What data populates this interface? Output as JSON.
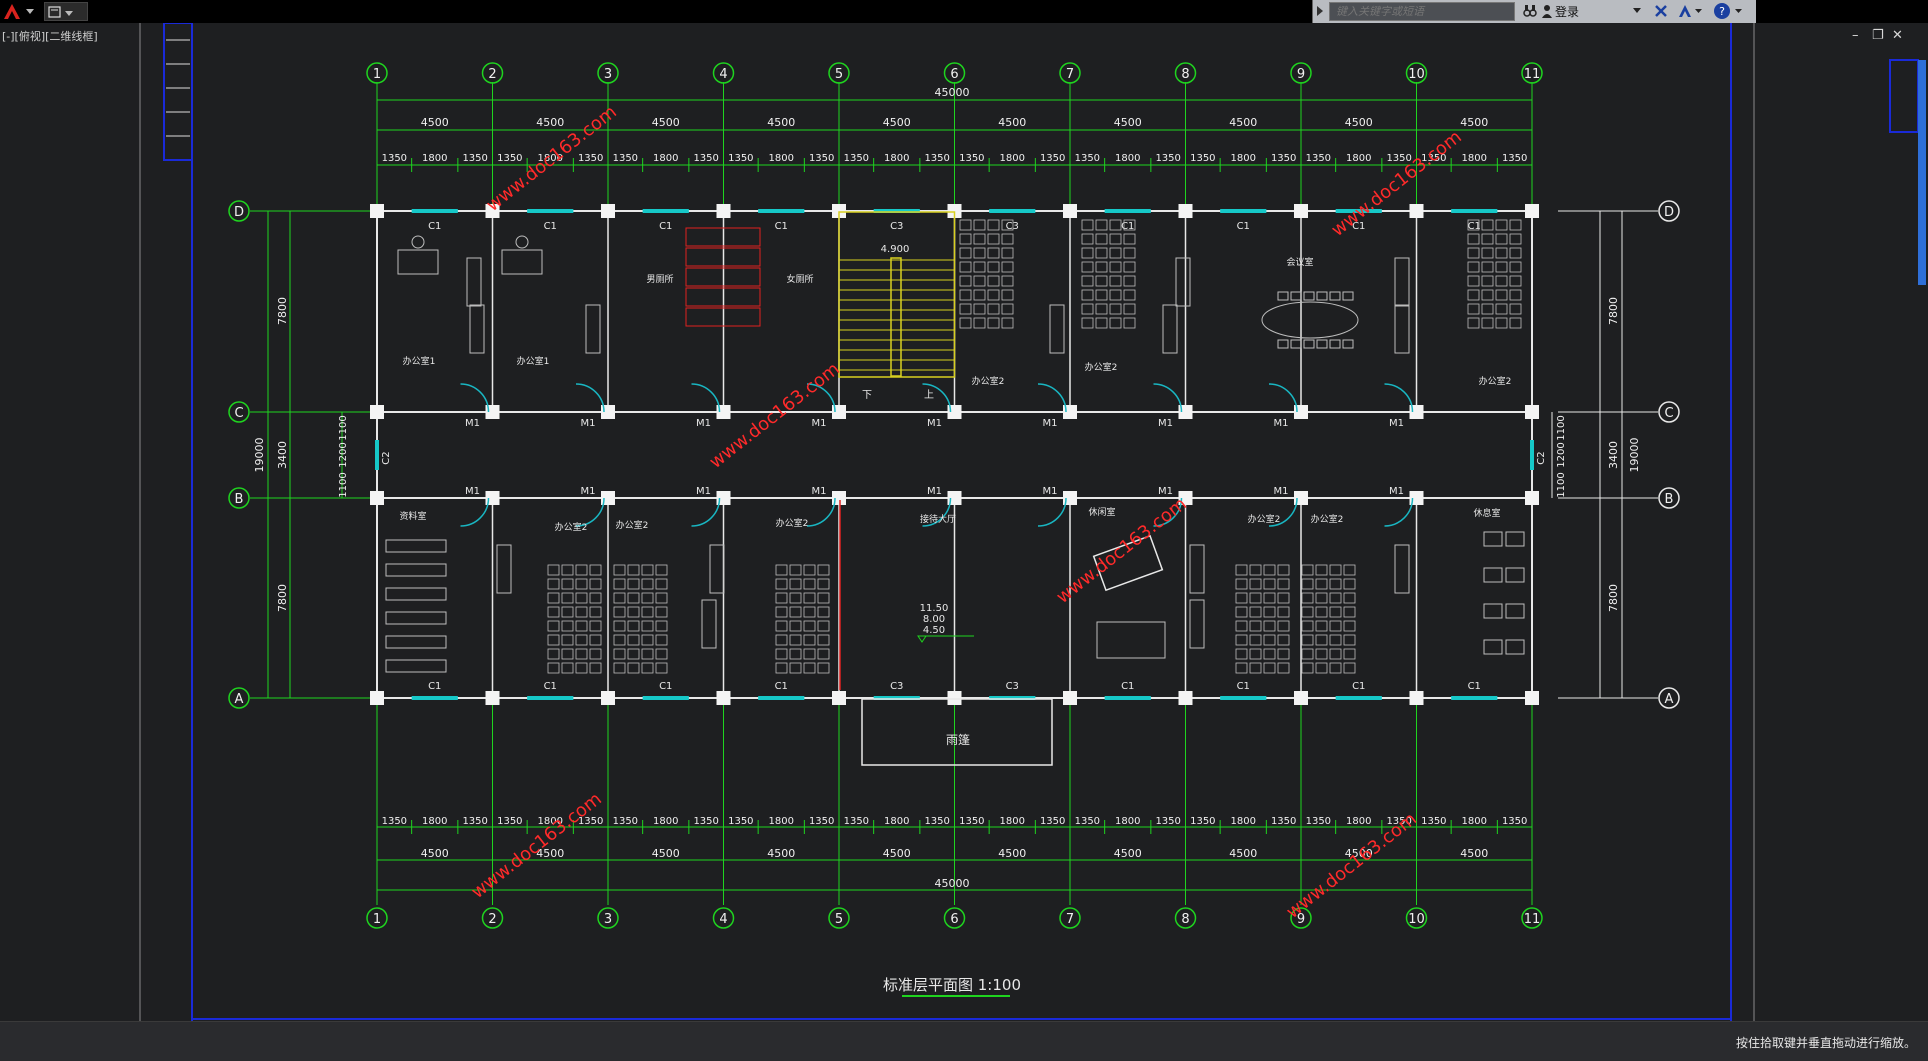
{
  "topbar": {
    "search_placeholder": "键入关键字或短语",
    "login_label": "登录"
  },
  "viewport": {
    "label": "[-][俯视][二维线框]"
  },
  "statusbar": {
    "message": "按住拾取键并垂直拖动进行缩放。"
  },
  "colors": {
    "grid_green": "#1fd41f",
    "wall_white": "#e8e8e8",
    "window_cyan": "#16c8c8",
    "door_cyan": "#19b6c2",
    "stair_yellow": "#d8d020",
    "watermark_red": "#ff2a2a",
    "frame_blue": "#1a2ad8",
    "furniture_gray": "#bdbdbd"
  },
  "drawing": {
    "title": "标准层平面图 1:100",
    "axes_top": [
      "1",
      "2",
      "3",
      "4",
      "5",
      "6",
      "7",
      "8",
      "9",
      "10",
      "11"
    ],
    "axes_bottom": [
      "1",
      "2",
      "3",
      "4",
      "5",
      "6",
      "7",
      "8",
      "9",
      "10",
      "11"
    ],
    "axes_left": [
      "D",
      "C",
      "B",
      "A"
    ],
    "axes_right": [
      "D",
      "C",
      "B",
      "A"
    ],
    "dim_total": "45000",
    "dim_bays": [
      "4500",
      "4500",
      "4500",
      "4500",
      "4500",
      "4500",
      "4500",
      "4500",
      "4500",
      "4500"
    ],
    "dim_top_windows": [
      "1350",
      "1800",
      "1350",
      "1350",
      "1800",
      "1350",
      "1350",
      "1800",
      "1350",
      "1350",
      "1800",
      "1350",
      "1350",
      "1800",
      "1350",
      "1350",
      "1800",
      "1350",
      "1350",
      "1800",
      "1350",
      "1350",
      "1800",
      "1350",
      "1350",
      "1800",
      "1350",
      "1350",
      "1800",
      "1350"
    ],
    "dim_left_total": "19000",
    "dim_left_parts": [
      "7800",
      "3400",
      "7800"
    ],
    "dim_left_corridor": [
      "1100",
      "1200",
      "1100"
    ],
    "dim_right_total": "19000",
    "dim_right_parts": [
      "7800",
      "3400",
      "7800"
    ],
    "dim_right_corridor": [
      "1100",
      "1200",
      "1100"
    ],
    "rooms": [
      {
        "label": "办公室1"
      },
      {
        "label": "办公室1"
      },
      {
        "label": "男厕所"
      },
      {
        "label": "女厕所"
      },
      {
        "label": "办公室2"
      },
      {
        "label": "办公室2"
      },
      {
        "label": "会议室"
      },
      {
        "label": "办公室2"
      },
      {
        "label": "资料室"
      },
      {
        "label": "办公室2"
      },
      {
        "label": "办公室2"
      },
      {
        "label": "办公室2"
      },
      {
        "label": "接待大厅"
      },
      {
        "label": "休闲室"
      },
      {
        "label": "办公室2"
      },
      {
        "label": "办公室2"
      },
      {
        "label": "休息室"
      }
    ],
    "canopy_label": "雨篷",
    "stair_level": "4.900",
    "stair_down": "下",
    "stair_up": "上",
    "elevations": [
      "11.50",
      "8.00",
      "4.50"
    ],
    "door_tag": "M1",
    "window_c1": "C1",
    "window_c2": "C2",
    "window_c3": "C3",
    "watermark": "www.doc163.com"
  }
}
